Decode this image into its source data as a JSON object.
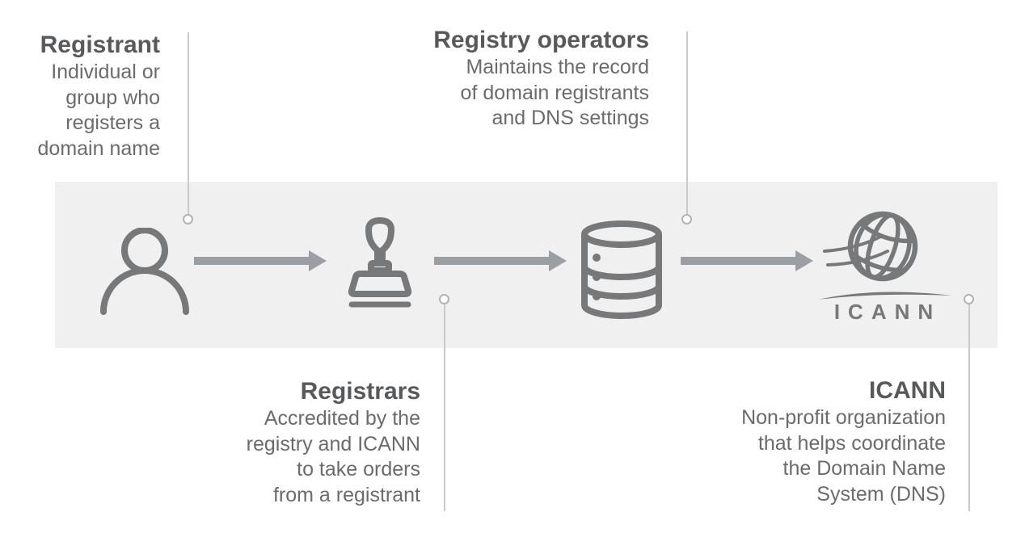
{
  "diagram": {
    "colors": {
      "band_background": "#f0f0f0",
      "icon_gray": "#77787a",
      "arrow_gray": "#9b9ea3",
      "heading_text": "#58595b",
      "body_text": "#6a6b6d",
      "connector_line": "#c9c9cb"
    },
    "nodes": [
      {
        "id": "registrant",
        "title": "Registrant",
        "description": "Individual or\ngroup who\nregisters a\ndomain name",
        "icon": "person-icon",
        "label_position": "top-left"
      },
      {
        "id": "registrars",
        "title": "Registrars",
        "description": "Accredited by the\nregistry and ICANN\nto take orders\nfrom a registrant",
        "icon": "stamp-icon",
        "label_position": "bottom-left"
      },
      {
        "id": "registry-operators",
        "title": "Registry operators",
        "description": "Maintains the record\nof domain registrants\nand DNS settings",
        "icon": "database-icon",
        "label_position": "top-right"
      },
      {
        "id": "icann",
        "title": "ICANN",
        "description": "Non-profit organization\nthat helps coordinate\nthe Domain Name\nSystem (DNS)",
        "icon": "globe-icon",
        "logo_text": "ICANN",
        "label_position": "bottom-right"
      }
    ],
    "flow_order": "registrant → registrars → registry operators → ICANN"
  }
}
